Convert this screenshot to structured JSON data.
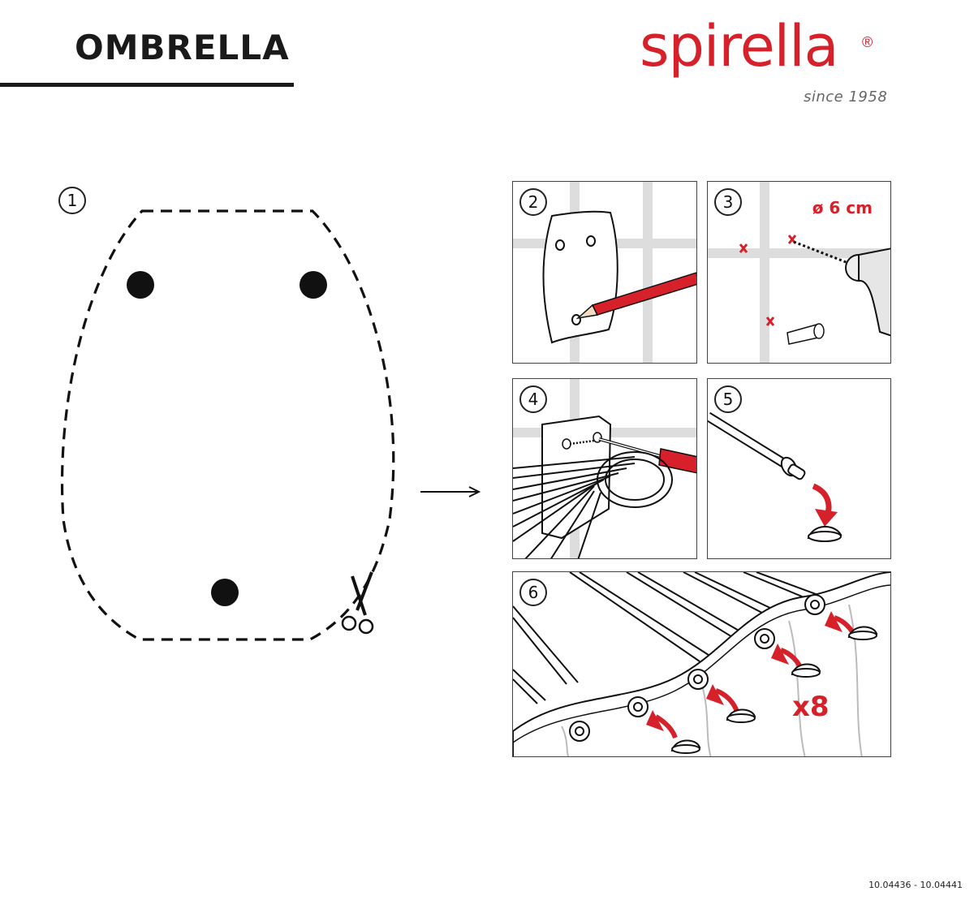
{
  "header": {
    "product_name": "OMBRELLA",
    "brand": "spirella",
    "brand_mark": "®",
    "tagline": "since 1958"
  },
  "steps": [
    {
      "number": "1",
      "illustration": "cut-template-icon"
    },
    {
      "number": "2",
      "illustration": "mark-holes-icon"
    },
    {
      "number": "3",
      "illustration": "drill-icon",
      "label": "ø 6 cm"
    },
    {
      "number": "4",
      "illustration": "screw-mount-icon"
    },
    {
      "number": "5",
      "illustration": "cap-icon"
    },
    {
      "number": "6",
      "illustration": "attach-curtain-icon",
      "label": "x8"
    }
  ],
  "footer": {
    "article_codes": "10.04436 - 10.04441"
  },
  "colors": {
    "accent": "#d6202a",
    "ink": "#1a1a1a"
  }
}
